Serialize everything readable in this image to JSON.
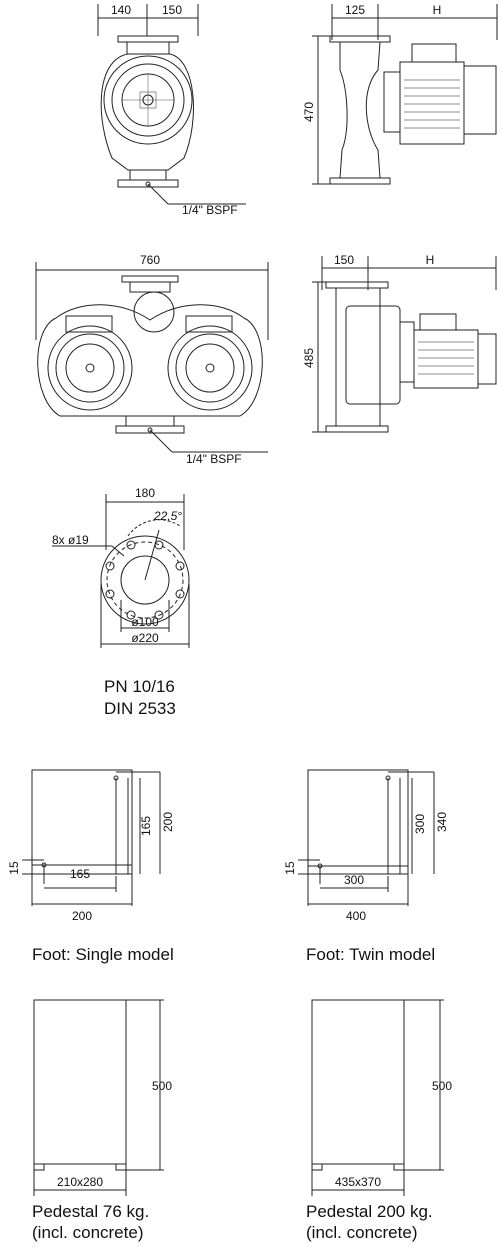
{
  "single_front": {
    "dim_left": "140",
    "dim_right": "150",
    "port_label": "1/4\" BSPF"
  },
  "single_side": {
    "dim_width": "125",
    "dim_h": "H",
    "dim_height": "470"
  },
  "twin_front": {
    "dim_width": "760",
    "port_label": "1/4\" BSPF"
  },
  "twin_side": {
    "dim_width": "150",
    "dim_h": "H",
    "dim_height": "485"
  },
  "flange": {
    "pcd": "180",
    "angle": "22,5°",
    "holes": "8x ø19",
    "bore": "ø100",
    "outer": "ø220",
    "caption_line1": "PN 10/16",
    "caption_line2": "DIN 2533"
  },
  "foot_single": {
    "h_inner": "165",
    "h_outer": "200",
    "w_inner": "165",
    "w_outer": "200",
    "offset": "15",
    "caption": "Foot: Single model"
  },
  "foot_twin": {
    "h_inner": "300",
    "h_outer": "340",
    "w_inner": "300",
    "w_outer": "400",
    "offset": "15",
    "caption": "Foot: Twin model"
  },
  "pedestal_single": {
    "height": "500",
    "base": "210x280",
    "caption_line1": "Pedestal 76 kg.",
    "caption_line2": "(incl. concrete)"
  },
  "pedestal_twin": {
    "height": "500",
    "base": "435x370",
    "caption_line1": "Pedestal 200 kg.",
    "caption_line2": "(incl. concrete)"
  }
}
